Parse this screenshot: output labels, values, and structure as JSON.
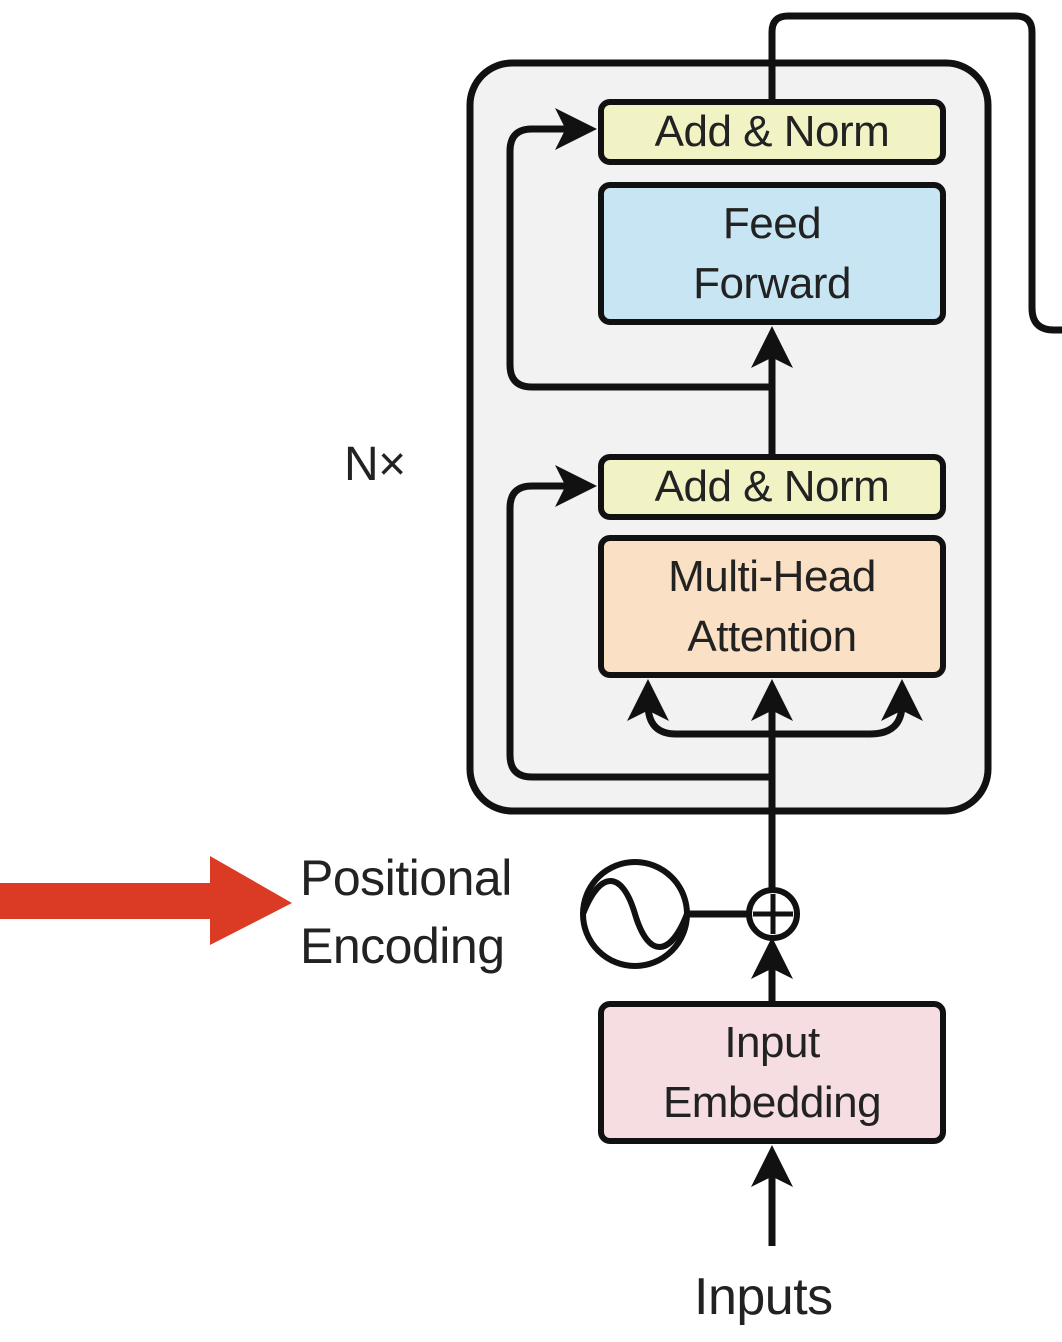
{
  "colors": {
    "add_norm": "#f1f3c5",
    "feed_forward": "#c8e5f3",
    "multi_head_attention": "#fae0c4",
    "input_embedding": "#f6dde1",
    "encoder_stack": "#f2f2f2",
    "pointer_arrow": "#db3b24"
  },
  "encoder": {
    "repeat_label": "N×",
    "add_norm_top": "Add & Norm",
    "feed_forward": {
      "line1": "Feed",
      "line2": "Forward"
    },
    "add_norm_bottom": "Add & Norm",
    "multi_head_attention": {
      "line1": "Multi-Head",
      "line2": "Attention"
    }
  },
  "positional_encoding": {
    "line1": "Positional",
    "line2": "Encoding"
  },
  "input_embedding": {
    "line1": "Input",
    "line2": "Embedding"
  },
  "inputs_label": "Inputs"
}
